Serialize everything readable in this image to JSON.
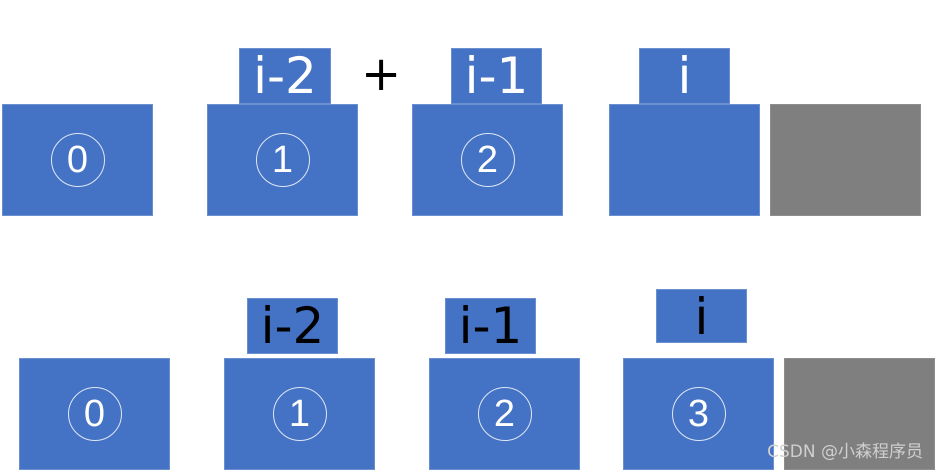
{
  "row1": {
    "cells": [
      "0",
      "1",
      "2",
      "",
      ""
    ],
    "labels": [
      "i-2",
      "i-1",
      "i"
    ],
    "operator": "+"
  },
  "row2": {
    "cells": [
      "0",
      "1",
      "2",
      "3",
      ""
    ],
    "labels": [
      "i-2",
      "i-1",
      "i"
    ]
  },
  "watermark": "CSDN @小森程序员",
  "colors": {
    "box": "#4472c4",
    "empty_box": "#7f7f7f",
    "row1_label_text": "#ffffff",
    "row2_label_text": "#000000"
  }
}
